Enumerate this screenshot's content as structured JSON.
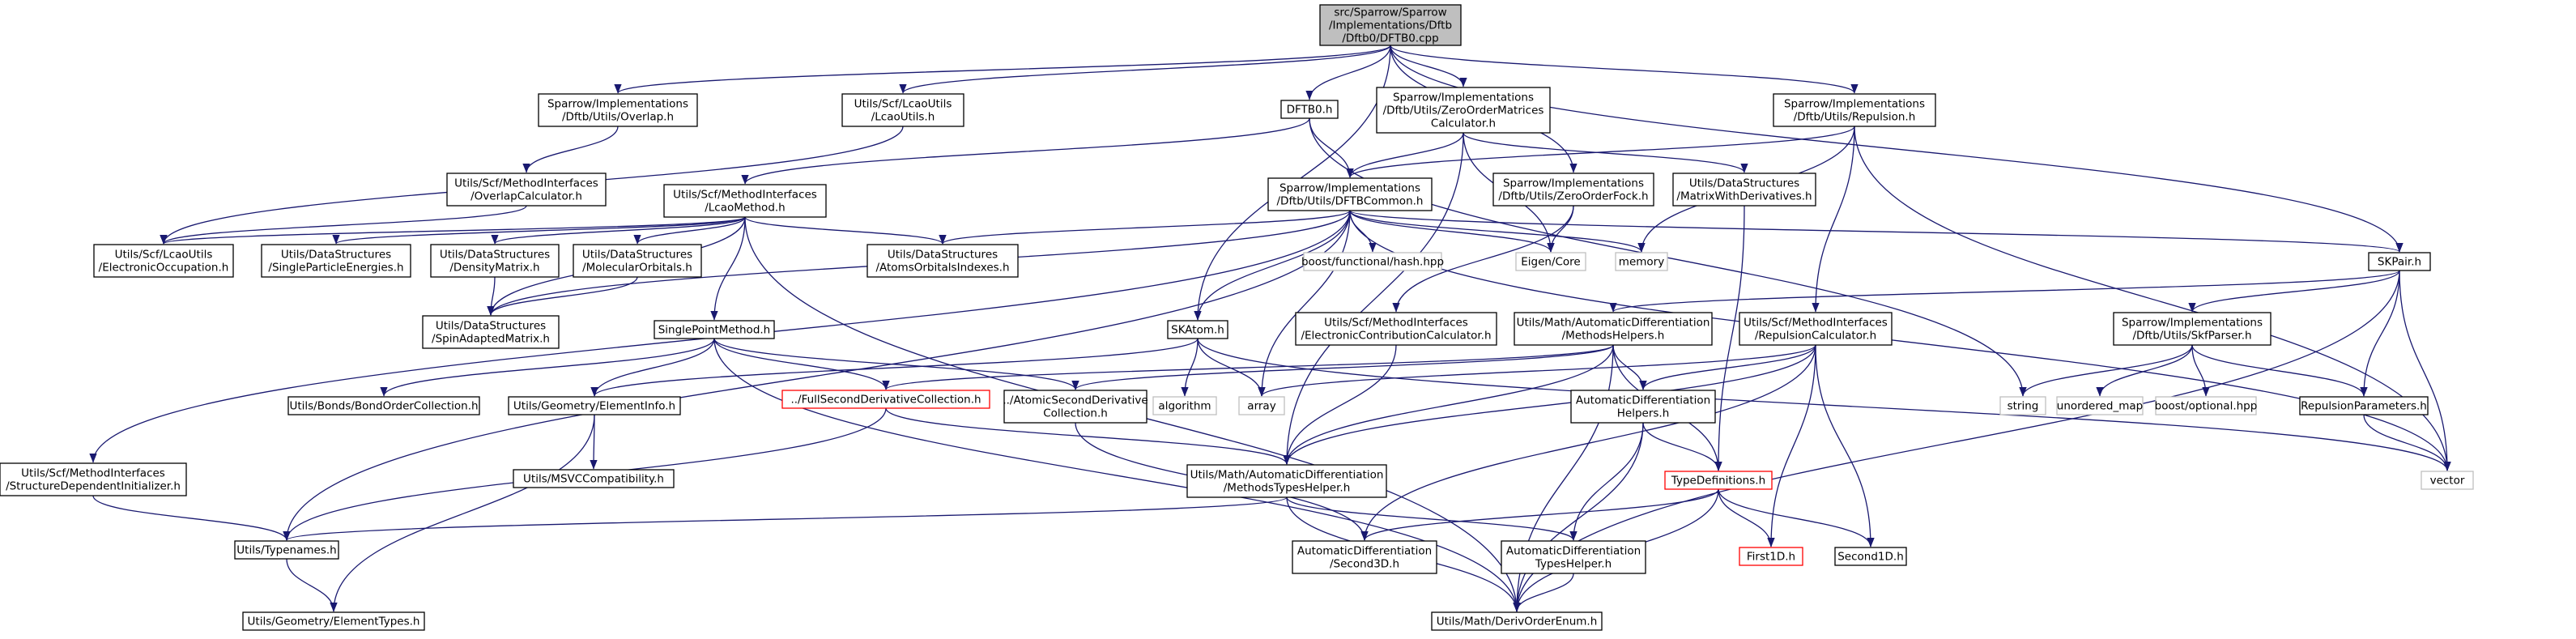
{
  "colors": {
    "edge": "#191970",
    "root_fill": "#bfbfbf",
    "root_stroke": "#000000",
    "normal_stroke": "#000000",
    "red_stroke": "#ff0000",
    "grey_stroke": "#bfbfbf",
    "fill": "#ffffff"
  },
  "nodes": [
    {
      "id": "root",
      "style": "root",
      "lines": [
        "src/Sparrow/Sparrow",
        "/Implementations/Dftb",
        "/Dftb0/DFTB0.cpp"
      ]
    },
    {
      "id": "overlap",
      "style": "normal",
      "lines": [
        "Sparrow/Implementations",
        "/Dftb/Utils/Overlap.h"
      ]
    },
    {
      "id": "lcaoutils",
      "style": "normal",
      "lines": [
        "Utils/Scf/LcaoUtils",
        "/LcaoUtils.h"
      ]
    },
    {
      "id": "dftb0h",
      "style": "normal",
      "lines": [
        "DFTB0.h"
      ]
    },
    {
      "id": "zeroordermat",
      "style": "normal",
      "lines": [
        "Sparrow/Implementations",
        "/Dftb/Utils/ZeroOrderMatrices",
        "Calculator.h"
      ]
    },
    {
      "id": "repulsion",
      "style": "normal",
      "lines": [
        "Sparrow/Implementations",
        "/Dftb/Utils/Repulsion.h"
      ]
    },
    {
      "id": "overlapcalc",
      "style": "normal",
      "lines": [
        "Utils/Scf/MethodInterfaces",
        "/OverlapCalculator.h"
      ]
    },
    {
      "id": "lcaomethod",
      "style": "normal",
      "lines": [
        "Utils/Scf/MethodInterfaces",
        "/LcaoMethod.h"
      ]
    },
    {
      "id": "dftbcommon",
      "style": "normal",
      "lines": [
        "Sparrow/Implementations",
        "/Dftb/Utils/DFTBCommon.h"
      ]
    },
    {
      "id": "zeroorderfock",
      "style": "normal",
      "lines": [
        "Sparrow/Implementations",
        "/Dftb/Utils/ZeroOrderFock.h"
      ]
    },
    {
      "id": "matrixwithderiv",
      "style": "normal",
      "lines": [
        "Utils/DataStructures",
        "/MatrixWithDerivatives.h"
      ]
    },
    {
      "id": "electocc",
      "style": "normal",
      "lines": [
        "Utils/Scf/LcaoUtils",
        "/ElectronicOccupation.h"
      ]
    },
    {
      "id": "singlepart",
      "style": "normal",
      "lines": [
        "Utils/DataStructures",
        "/SingleParticleEnergies.h"
      ]
    },
    {
      "id": "densitymatrix",
      "style": "normal",
      "lines": [
        "Utils/DataStructures",
        "/DensityMatrix.h"
      ]
    },
    {
      "id": "molorbitals",
      "style": "normal",
      "lines": [
        "Utils/DataStructures",
        "/MolecularOrbitals.h"
      ]
    },
    {
      "id": "atomsorb",
      "style": "normal",
      "lines": [
        "Utils/DataStructures",
        "/AtomsOrbitalsIndexes.h"
      ]
    },
    {
      "id": "flashhash",
      "style": "grey",
      "lines": [
        "boost/functional/hash.hpp"
      ]
    },
    {
      "id": "eigencore",
      "style": "grey",
      "lines": [
        "Eigen/Core"
      ]
    },
    {
      "id": "memory",
      "style": "grey",
      "lines": [
        "memory"
      ]
    },
    {
      "id": "skpair",
      "style": "normal",
      "lines": [
        "SKPair.h"
      ]
    },
    {
      "id": "spinadapted",
      "style": "normal",
      "lines": [
        "Utils/DataStructures",
        "/SpinAdaptedMatrix.h"
      ]
    },
    {
      "id": "singlepoint",
      "style": "normal",
      "lines": [
        "SinglePointMethod.h"
      ]
    },
    {
      "id": "skatom",
      "style": "normal",
      "lines": [
        "SKAtom.h"
      ]
    },
    {
      "id": "electcontrib",
      "style": "normal",
      "lines": [
        "Utils/Scf/MethodInterfaces",
        "/ElectronicContributionCalculator.h"
      ]
    },
    {
      "id": "methodshelpers",
      "style": "normal",
      "lines": [
        "Utils/Math/AutomaticDifferentiation",
        "/MethodsHelpers.h"
      ]
    },
    {
      "id": "repulsioncalc",
      "style": "normal",
      "lines": [
        "Utils/Scf/MethodInterfaces",
        "/RepulsionCalculator.h"
      ]
    },
    {
      "id": "skfparser",
      "style": "normal",
      "lines": [
        "Sparrow/Implementations",
        "/Dftb/Utils/SkfParser.h"
      ]
    },
    {
      "id": "string",
      "style": "grey",
      "lines": [
        "string"
      ]
    },
    {
      "id": "unorderedmap",
      "style": "grey",
      "lines": [
        "unordered_map"
      ]
    },
    {
      "id": "optional",
      "style": "grey",
      "lines": [
        "boost/optional.hpp"
      ]
    },
    {
      "id": "repparams",
      "style": "normal",
      "lines": [
        "RepulsionParameters.h"
      ]
    },
    {
      "id": "bondorder",
      "style": "normal",
      "lines": [
        "Utils/Bonds/BondOrderCollection.h"
      ]
    },
    {
      "id": "elementinfo",
      "style": "normal",
      "lines": [
        "Utils/Geometry/ElementInfo.h"
      ]
    },
    {
      "id": "fullsecond",
      "style": "red",
      "lines": [
        "../FullSecondDerivativeCollection.h"
      ]
    },
    {
      "id": "atomicsecond",
      "style": "normal",
      "lines": [
        "../AtomicSecondDerivative",
        "Collection.h"
      ]
    },
    {
      "id": "algorithm",
      "style": "grey",
      "lines": [
        "algorithm"
      ]
    },
    {
      "id": "array",
      "style": "grey",
      "lines": [
        "array"
      ]
    },
    {
      "id": "autodiffhelpers",
      "style": "normal",
      "lines": [
        "AutomaticDifferentiation",
        "Helpers.h"
      ]
    },
    {
      "id": "structdep",
      "style": "normal",
      "lines": [
        "Utils/Scf/MethodInterfaces",
        "/StructureDependentInitializer.h"
      ]
    },
    {
      "id": "msvc",
      "style": "normal",
      "lines": [
        "Utils/MSVCCompatibility.h"
      ]
    },
    {
      "id": "methodstypes",
      "style": "normal",
      "lines": [
        "Utils/Math/AutomaticDifferentiation",
        "/MethodsTypesHelper.h"
      ]
    },
    {
      "id": "typedefs",
      "style": "red",
      "lines": [
        "TypeDefinitions.h"
      ]
    },
    {
      "id": "vector",
      "style": "grey",
      "lines": [
        "vector"
      ]
    },
    {
      "id": "typenames",
      "style": "normal",
      "lines": [
        "Utils/Typenames.h"
      ]
    },
    {
      "id": "second3d",
      "style": "normal",
      "lines": [
        "AutomaticDifferentiation",
        "/Second3D.h"
      ]
    },
    {
      "id": "typeshelper",
      "style": "normal",
      "lines": [
        "AutomaticDifferentiation",
        "TypesHelper.h"
      ]
    },
    {
      "id": "first1d",
      "style": "red",
      "lines": [
        "First1D.h"
      ]
    },
    {
      "id": "second1d",
      "style": "normal",
      "lines": [
        "Second1D.h"
      ]
    },
    {
      "id": "elementtypes",
      "style": "normal",
      "lines": [
        "Utils/Geometry/ElementTypes.h"
      ]
    },
    {
      "id": "derivorder",
      "style": "normal",
      "lines": [
        "Utils/Math/DerivOrderEnum.h"
      ]
    }
  ],
  "edges": [
    [
      "root",
      "overlap"
    ],
    [
      "root",
      "lcaoutils"
    ],
    [
      "root",
      "dftb0h"
    ],
    [
      "root",
      "zeroordermat"
    ],
    [
      "root",
      "repulsion"
    ],
    [
      "root",
      "skatom"
    ],
    [
      "root",
      "skpair"
    ],
    [
      "root",
      "zeroorderfock"
    ],
    [
      "overlap",
      "overlapcalc"
    ],
    [
      "lcaoutils",
      "electocc"
    ],
    [
      "dftb0h",
      "lcaomethod"
    ],
    [
      "dftb0h",
      "dftbcommon"
    ],
    [
      "dftb0h",
      "string"
    ],
    [
      "zeroordermat",
      "dftbcommon"
    ],
    [
      "zeroordermat",
      "matrixwithderiv"
    ],
    [
      "zeroordermat",
      "eigencore"
    ],
    [
      "zeroordermat",
      "methodstypes"
    ],
    [
      "repulsion",
      "dftbcommon"
    ],
    [
      "repulsion",
      "memory"
    ],
    [
      "repulsion",
      "repulsioncalc"
    ],
    [
      "repulsion",
      "vector"
    ],
    [
      "overlapcalc",
      "electocc"
    ],
    [
      "lcaomethod",
      "electocc"
    ],
    [
      "lcaomethod",
      "singlepart"
    ],
    [
      "lcaomethod",
      "densitymatrix"
    ],
    [
      "lcaomethod",
      "molorbitals"
    ],
    [
      "lcaomethod",
      "atomsorb"
    ],
    [
      "lcaomethod",
      "spinadapted"
    ],
    [
      "lcaomethod",
      "singlepoint"
    ],
    [
      "lcaomethod",
      "derivorder"
    ],
    [
      "dftbcommon",
      "atomsorb"
    ],
    [
      "dftbcommon",
      "flashhash"
    ],
    [
      "dftbcommon",
      "eigencore"
    ],
    [
      "dftbcommon",
      "memory"
    ],
    [
      "dftbcommon",
      "skpair"
    ],
    [
      "dftbcommon",
      "skatom"
    ],
    [
      "dftbcommon",
      "array"
    ],
    [
      "dftbcommon",
      "vector"
    ],
    [
      "dftbcommon",
      "typenames"
    ],
    [
      "dftbcommon",
      "structdep"
    ],
    [
      "dftbcommon",
      "spinadapted"
    ],
    [
      "zeroorderfock",
      "eigencore"
    ],
    [
      "zeroorderfock",
      "electcontrib"
    ],
    [
      "matrixwithderiv",
      "typedefs"
    ],
    [
      "densitymatrix",
      "spinadapted"
    ],
    [
      "molorbitals",
      "spinadapted"
    ],
    [
      "skpair",
      "methodshelpers"
    ],
    [
      "skpair",
      "skfparser"
    ],
    [
      "skpair",
      "repparams"
    ],
    [
      "skpair",
      "vector"
    ],
    [
      "skpair",
      "derivorder"
    ],
    [
      "singlepoint",
      "bondorder"
    ],
    [
      "singlepoint",
      "elementinfo"
    ],
    [
      "singlepoint",
      "fullsecond"
    ],
    [
      "singlepoint",
      "atomicsecond"
    ],
    [
      "singlepoint",
      "derivorder"
    ],
    [
      "skatom",
      "algorithm"
    ],
    [
      "skatom",
      "array"
    ],
    [
      "skatom",
      "elementinfo"
    ],
    [
      "skatom",
      "vector"
    ],
    [
      "electcontrib",
      "methodstypes"
    ],
    [
      "methodshelpers",
      "fullsecond"
    ],
    [
      "methodshelpers",
      "atomicsecond"
    ],
    [
      "methodshelpers",
      "autodiffhelpers"
    ],
    [
      "methodshelpers",
      "typedefs"
    ],
    [
      "methodshelpers",
      "methodstypes"
    ],
    [
      "methodshelpers",
      "derivorder"
    ],
    [
      "repulsioncalc",
      "array"
    ],
    [
      "repulsioncalc",
      "autodiffhelpers"
    ],
    [
      "repulsioncalc",
      "methodstypes"
    ],
    [
      "repulsioncalc",
      "second3d"
    ],
    [
      "repulsioncalc",
      "first1d"
    ],
    [
      "repulsioncalc",
      "second1d"
    ],
    [
      "skfparser",
      "string"
    ],
    [
      "skfparser",
      "unorderedmap"
    ],
    [
      "skfparser",
      "optional"
    ],
    [
      "skfparser",
      "repparams"
    ],
    [
      "repparams",
      "vector"
    ],
    [
      "elementinfo",
      "msvc"
    ],
    [
      "elementinfo",
      "elementtypes"
    ],
    [
      "fullsecond",
      "typenames"
    ],
    [
      "fullsecond",
      "methodstypes"
    ],
    [
      "atomicsecond",
      "second3d"
    ],
    [
      "autodiffhelpers",
      "typedefs"
    ],
    [
      "autodiffhelpers",
      "typeshelper"
    ],
    [
      "autodiffhelpers",
      "derivorder"
    ],
    [
      "structdep",
      "typenames"
    ],
    [
      "methodstypes",
      "typenames"
    ],
    [
      "methodstypes",
      "typeshelper"
    ],
    [
      "methodstypes",
      "derivorder"
    ],
    [
      "typedefs",
      "first1d"
    ],
    [
      "typedefs",
      "second1d"
    ],
    [
      "typedefs",
      "second3d"
    ],
    [
      "typedefs",
      "derivorder"
    ],
    [
      "typenames",
      "elementtypes"
    ],
    [
      "typeshelper",
      "derivorder"
    ]
  ]
}
